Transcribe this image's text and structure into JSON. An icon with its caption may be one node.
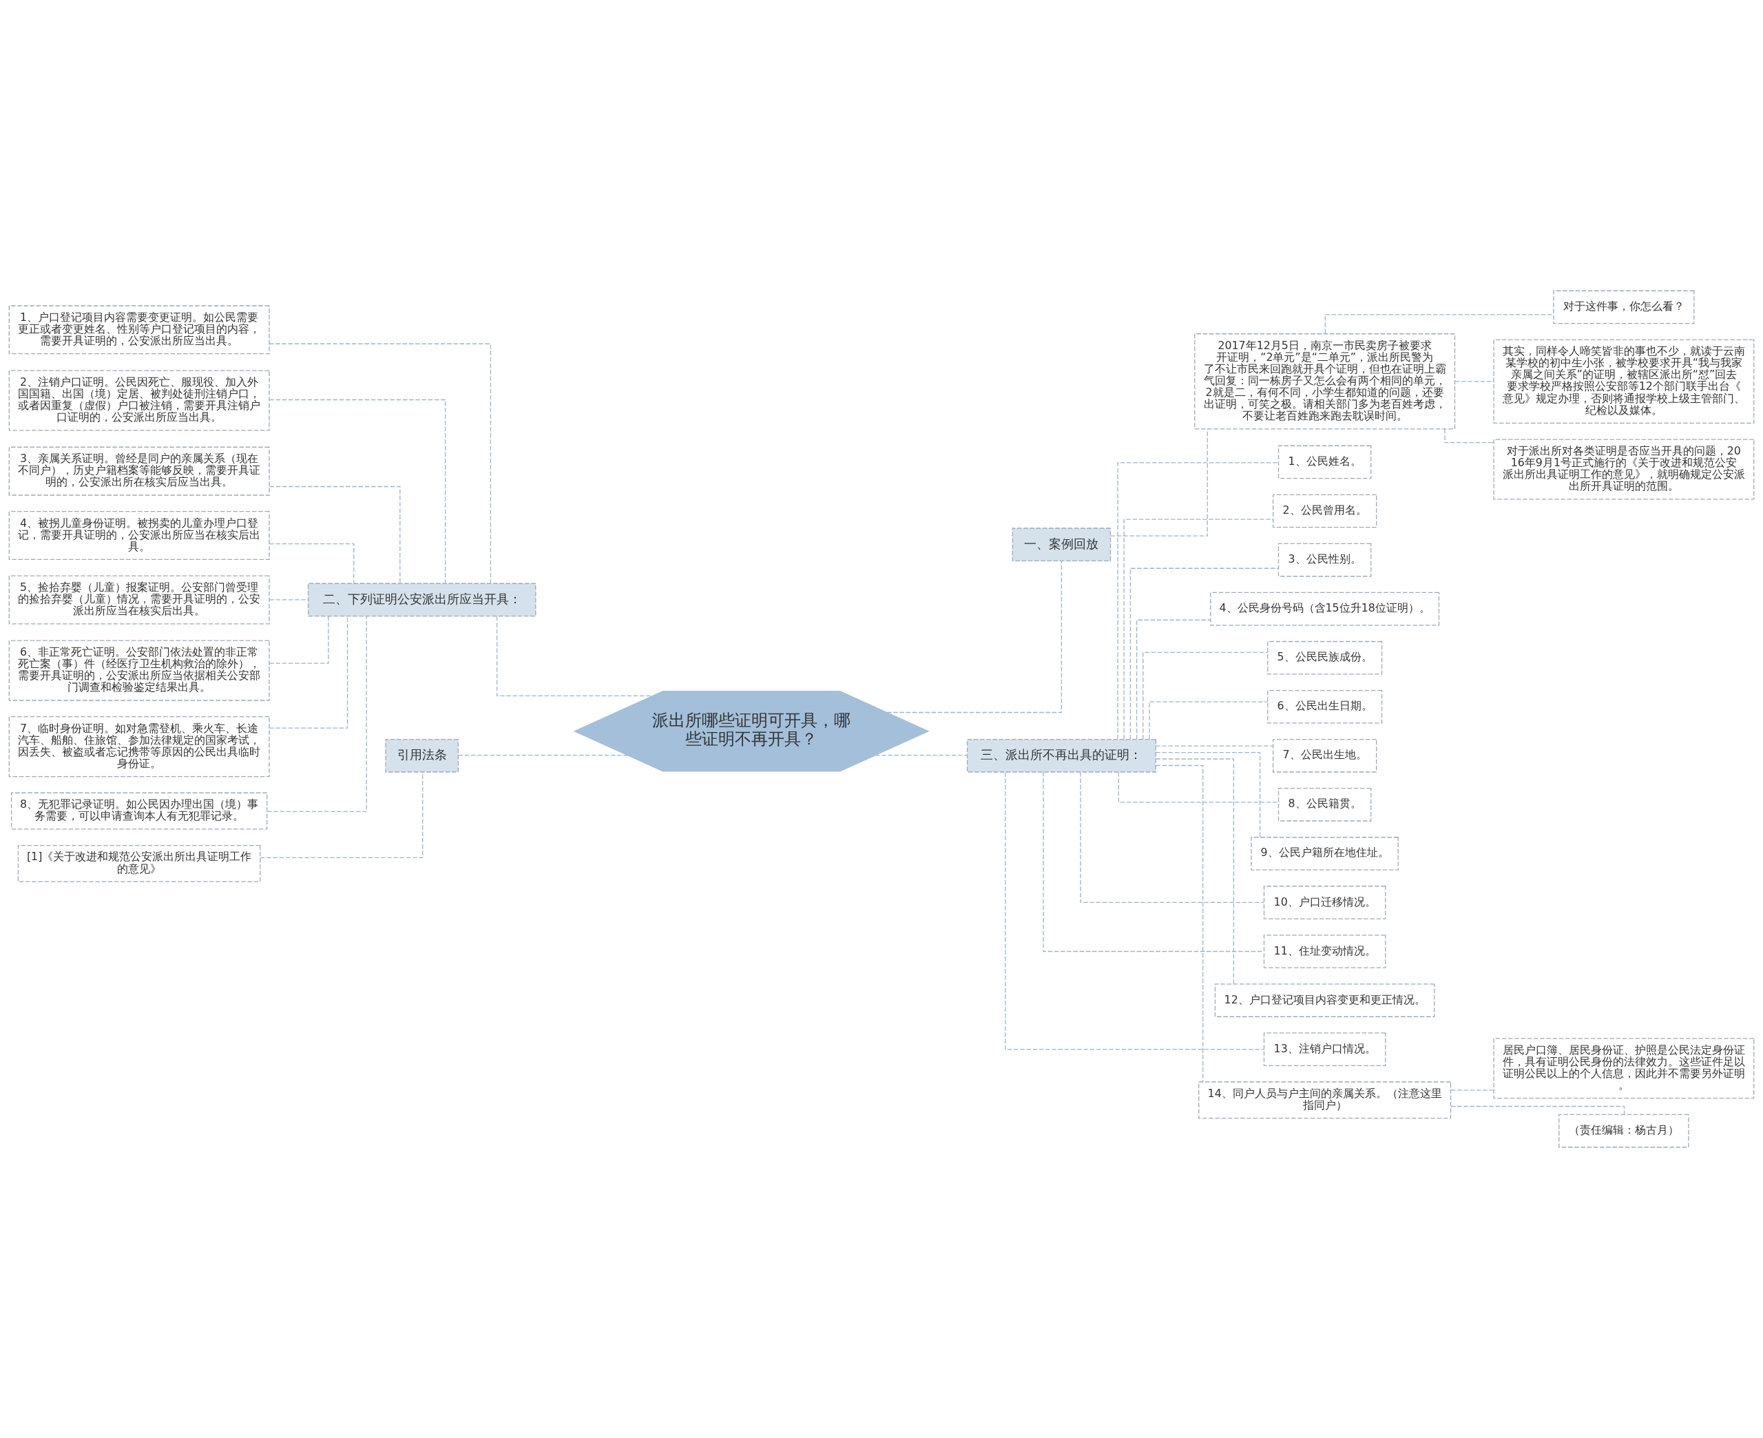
{
  "diagram": {
    "nodes": [
      {
        "text": [
          "派出所哪些证明可开具，哪些证明不再开具？"
        ]
      },
      {
        "text": [
          "一、案例回放"
        ]
      },
      {
        "text": [
          "2017年12月5日，南京一市民卖房子被要求开证明，“2单元”是“二单元”，派出所民警为了不让市民来回跑就开具个证明，但也在证明上霸气回复：同一栋房子又怎么会有两个相同的单元，2就是二，有何不同，小学生都知道的问题，还要出证明，可笑之极。请相关部门多为老百姓考虑，不要让老百姓跑来跑去耽误时间。"
        ]
      },
      {
        "text": [
          "对于这件事，你怎么看？"
        ]
      },
      {
        "text": [
          "其实，同样令人啼笑皆非的事也不少，就读于云南某学校的初中生小张，被学校要求开具“我与我家亲属之间关系”的证明，被辖区派出所“怼”回去要求学校严格按照公安部等12个部门联手出台《意见》规定办理，否则将通报学校上级主管部门、纪检以及媒体。"
        ]
      },
      {
        "text": [
          "对于派出所对各类证明是否应当开具的问题，2016年9月1号正式施行的《关于改进和规范公安派出所出具证明工作的意见》，就明确规定公安派出所开具证明的范围。"
        ]
      },
      {
        "text": [
          "二、下列证明公安派出所应当开具："
        ]
      },
      {
        "text": [
          "1、户口登记项目内容需要变更证明。如公民需要更正或者变更姓名、性别等户口登记项目的内容，需要开具证明的，公安派出所应当出具。"
        ]
      },
      {
        "text": [
          "2、注销户口证明。公民因死亡、服现役、加入外国国籍、出国（境）定居、被判处徒刑注销户口，或者因重复（虚假）户口被注销，需要开具注销户口证明的，公安派出所应当出具。"
        ]
      },
      {
        "text": [
          "3、亲属关系证明。曾经是同户的亲属关系（现在不同户），历史户籍档案等能够反映，需要开具证明的，公安派出所在核实后应当出具。"
        ]
      },
      {
        "text": [
          "4、被拐儿童身份证明。被拐卖的儿童办理户口登记，需要开具证明的，公安派出所应当在核实后出具。"
        ]
      },
      {
        "text": [
          "5、捡拾弃婴（儿童）报案证明。公安部门曾受理的捡拾弃婴（儿童）情况，需要开具证明的，公安派出所应当在核实后出具。"
        ]
      },
      {
        "text": [
          "6、非正常死亡证明。公安部门依法处置的非正常死亡案（事）件（经医疗卫生机构救治的除外），需要开具证明的，公安派出所应当依据相关公安部门调查和检验鉴定结果出具。"
        ]
      },
      {
        "text": [
          "7、临时身份证明。如对急需登机、乘火车、长途汽车、船舶、住旅馆、参加法律规定的国家考试，因丢失、被盗或者忘记携带等原因的公民出具临时身份证。"
        ]
      },
      {
        "text": [
          "8、无犯罪记录证明。如公民因办理出国（境）事务需要，可以申请查询本人有无犯罪记录。"
        ]
      },
      {
        "text": [
          "引用法条"
        ]
      },
      {
        "text": [
          "[1]《关于改进和规范公安派出所出具证明工作的意见》"
        ]
      },
      {
        "text": [
          "三、派出所不再出具的证明："
        ]
      },
      {
        "text": [
          "1、公民姓名。"
        ]
      },
      {
        "text": [
          "2、公民曾用名。"
        ]
      },
      {
        "text": [
          "3、公民性别。"
        ]
      },
      {
        "text": [
          "4、公民身份号码（含15位升18位证明）。"
        ]
      },
      {
        "text": [
          "5、公民民族成份。"
        ]
      },
      {
        "text": [
          "6、公民出生日期。"
        ]
      },
      {
        "text": [
          "7、公民出生地。"
        ]
      },
      {
        "text": [
          "8、公民籍贯。"
        ]
      },
      {
        "text": [
          "9、公民户籍所在地住址。"
        ]
      },
      {
        "text": [
          "10、户口迁移情况。"
        ]
      },
      {
        "text": [
          "11、住址变动情况。"
        ]
      },
      {
        "text": [
          "12、户口登记项目内容变更和更正情况。"
        ]
      },
      {
        "text": [
          "13、注销户口情况。"
        ]
      },
      {
        "text": [
          "14、同户人员与户主间的亲属关系。（注意这里指同户）"
        ]
      },
      {
        "text": [
          "居民户口簿、居民身份证、护照是公民法定身份证件，具有证明公民身份的法律效力。这些证件足以证明公民以上的个人信息，因此并不需要另外证明。"
        ]
      },
      {
        "text": [
          "（责任编辑：杨古月）"
        ]
      }
    ],
    "edges": [
      {
        "from": 0,
        "to": 1,
        "arrow": "none"
      },
      {
        "from": 1,
        "to": 2,
        "arrow": "none"
      },
      {
        "from": 2,
        "to": 3,
        "arrow": "none"
      },
      {
        "from": 2,
        "to": 4,
        "arrow": "none"
      },
      {
        "from": 2,
        "to": 5,
        "arrow": "none"
      },
      {
        "from": 0,
        "to": 6,
        "arrow": "none"
      },
      {
        "from": 6,
        "to": 7,
        "arrow": "none"
      },
      {
        "from": 6,
        "to": 8,
        "arrow": "none"
      },
      {
        "from": 6,
        "to": 9,
        "arrow": "none"
      },
      {
        "from": 6,
        "to": 10,
        "arrow": "none"
      },
      {
        "from": 6,
        "to": 11,
        "arrow": "none"
      },
      {
        "from": 6,
        "to": 12,
        "arrow": "none"
      },
      {
        "from": 6,
        "to": 13,
        "arrow": "none"
      },
      {
        "from": 6,
        "to": 14,
        "arrow": "none"
      },
      {
        "from": 0,
        "to": 15,
        "arrow": "none"
      },
      {
        "from": 15,
        "to": 16,
        "arrow": "none"
      },
      {
        "from": 0,
        "to": 17,
        "arrow": "none"
      },
      {
        "from": 17,
        "to": 18,
        "arrow": "none"
      },
      {
        "from": 17,
        "to": 19,
        "arrow": "none"
      },
      {
        "from": 17,
        "to": 20,
        "arrow": "none"
      },
      {
        "from": 17,
        "to": 21,
        "arrow": "none"
      },
      {
        "from": 17,
        "to": 22,
        "arrow": "none"
      },
      {
        "from": 17,
        "to": 23,
        "arrow": "none"
      },
      {
        "from": 17,
        "to": 24,
        "arrow": "none"
      },
      {
        "from": 17,
        "to": 25,
        "arrow": "none"
      },
      {
        "from": 17,
        "to": 26,
        "arrow": "none"
      },
      {
        "from": 17,
        "to": 27,
        "arrow": "none"
      },
      {
        "from": 17,
        "to": 28,
        "arrow": "none"
      },
      {
        "from": 17,
        "to": 29,
        "arrow": "none"
      },
      {
        "from": 17,
        "to": 30,
        "arrow": "none"
      },
      {
        "from": 17,
        "to": 31,
        "arrow": "none"
      },
      {
        "from": 31,
        "to": 32,
        "arrow": "none"
      },
      {
        "from": 31,
        "to": 33,
        "arrow": "none"
      }
    ]
  }
}
